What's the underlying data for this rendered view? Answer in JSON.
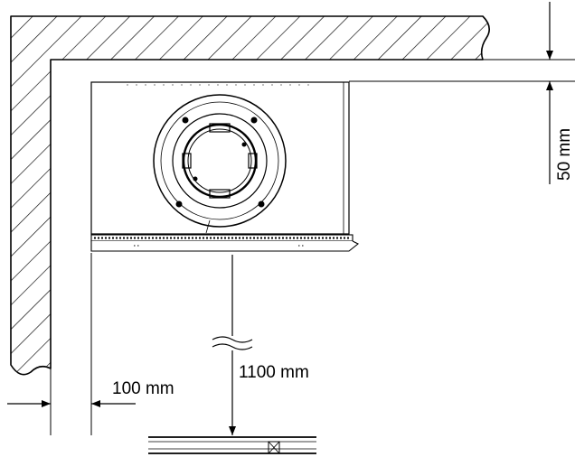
{
  "labels": {
    "wall_clearance": "100 mm",
    "ceiling_clearance": "50 mm",
    "mounting_height": "1100 mm"
  },
  "colors": {
    "line": "#000000",
    "background": "#ffffff"
  }
}
